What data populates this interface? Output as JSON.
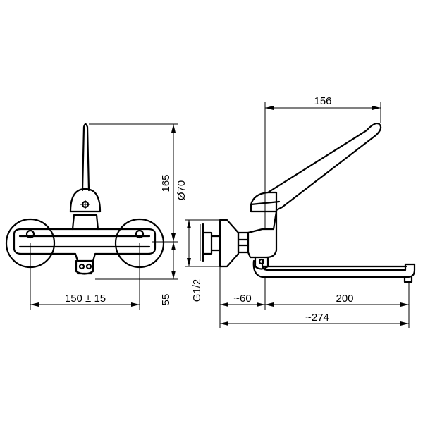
{
  "dimensions": {
    "front_width": "150 ± 15",
    "front_height": "165",
    "front_bottom": "55",
    "flange_diameter": "Ø70",
    "thread": "G1/2",
    "wall_offset": "~60",
    "spout_reach": "200",
    "total_reach": "~274",
    "lever_reach": "156"
  }
}
